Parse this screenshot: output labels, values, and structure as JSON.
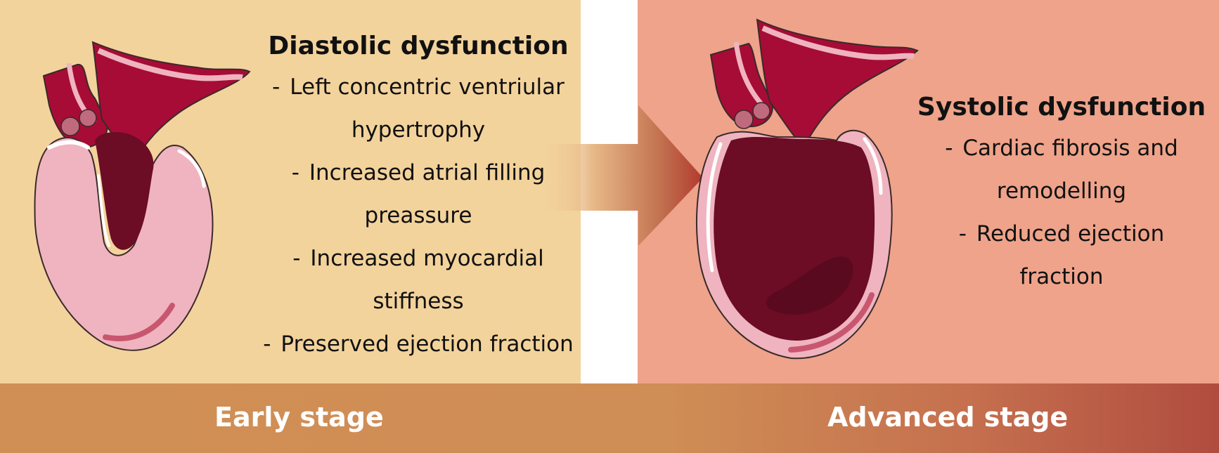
{
  "left_panel": {
    "title": "Diastolic dysfunction",
    "items": [
      "Left concentric ventriular hypertrophy",
      "Increased atrial filling preassure",
      "Increased myocardial stiffness",
      "Preserved ejection fraction"
    ]
  },
  "right_panel": {
    "title": "Systolic dysfunction",
    "items": [
      "Cardiac fibrosis and remodelling",
      "Reduced ejection fraction"
    ]
  },
  "stages": {
    "early": "Early stage",
    "advanced": "Advanced stage"
  },
  "bullet": "-",
  "icons": {
    "left_illustration": "hypertrophied-heart-icon",
    "right_illustration": "dilated-heart-icon",
    "transition": "progression-arrow-icon"
  },
  "colors": {
    "early_background": "#f3d39c",
    "advanced_background": "#eea38a",
    "stage_bar": "#cf8e55",
    "myocardium": "#efb4bf",
    "chamber": "#6c0c25",
    "vessel": "#a70c36"
  }
}
